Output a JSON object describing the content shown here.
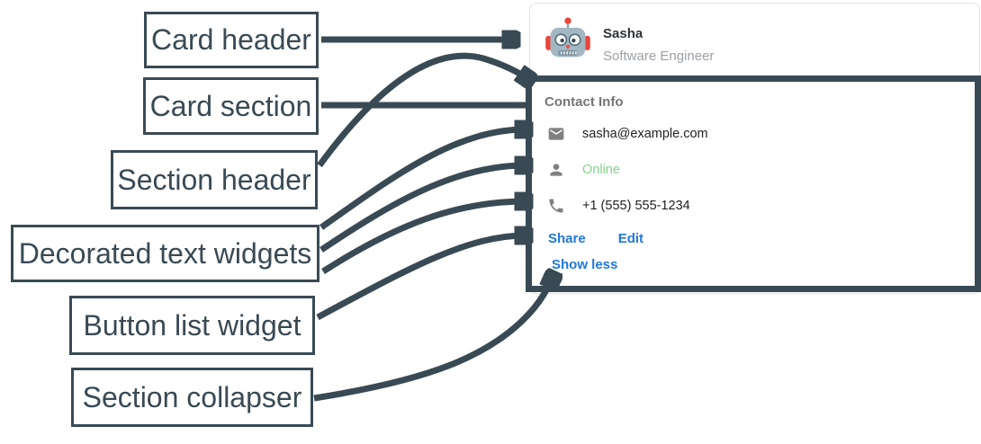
{
  "colors": {
    "annotation_slate": "#394a55",
    "link_blue": "#1f78e0",
    "status_green": "#85d28e",
    "muted_gray": "#757575",
    "icon_gray": "#808080"
  },
  "labels": [
    {
      "id": "card-header",
      "text": "Card header"
    },
    {
      "id": "card-section",
      "text": "Card section"
    },
    {
      "id": "section-header",
      "text": "Section header"
    },
    {
      "id": "decorated-text-widgets",
      "text": "Decorated text widgets"
    },
    {
      "id": "button-list-widget",
      "text": "Button list widget"
    },
    {
      "id": "section-collapser",
      "text": "Section collapser"
    }
  ],
  "card": {
    "header": {
      "avatar_icon": "robot-avatar-icon",
      "name": "Sasha",
      "title": "Software Engineer"
    },
    "section": {
      "header": "Contact Info",
      "rows": [
        {
          "icon": "email-icon",
          "text": "sasha@example.com"
        },
        {
          "icon": "person-icon",
          "text": "Online",
          "status_color": "#85d28e"
        },
        {
          "icon": "phone-icon",
          "text": "+1 (555) 555-1234"
        }
      ],
      "buttons": [
        {
          "label": "Share"
        },
        {
          "label": "Edit"
        }
      ],
      "collapser_label": "Show less"
    }
  }
}
